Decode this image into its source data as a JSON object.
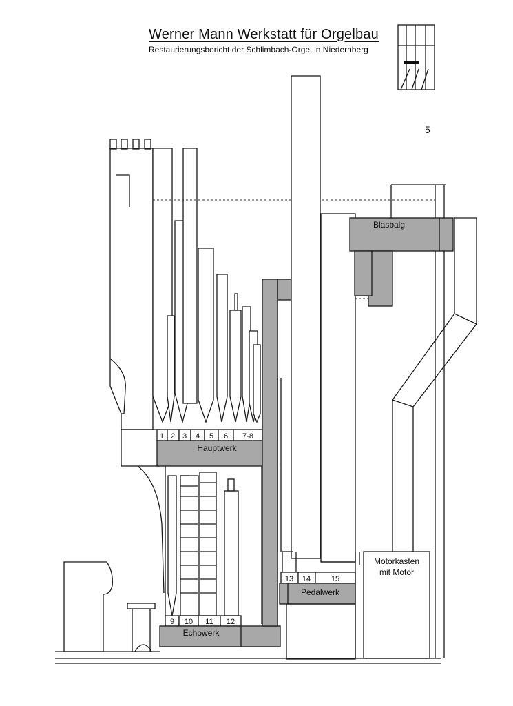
{
  "header": {
    "title": "Werner Mann  Werkstatt für Orgelbau",
    "subtitle": "Restaurierungsbericht  der Schlimbach-Orgel in Niedernberg"
  },
  "page_number": "5",
  "labels": {
    "blasbalg": "Blasbalg",
    "hauptwerk": "Hauptwerk",
    "echowerk": "Echowerk",
    "pedalwerk": "Pedalwerk",
    "motorkasten_line1": "Motorkasten",
    "motorkasten_line2": "mit Motor"
  },
  "hauptwerk_numbers": [
    "1",
    "2",
    "3",
    "4",
    "5",
    "6",
    "7-8"
  ],
  "echowerk_numbers": [
    "9",
    "10",
    "11",
    "12"
  ],
  "pedalwerk_numbers": [
    "13",
    "14",
    "15"
  ],
  "colors": {
    "fill_gray": "#a8a8a8",
    "line": "#1a1a1a"
  }
}
